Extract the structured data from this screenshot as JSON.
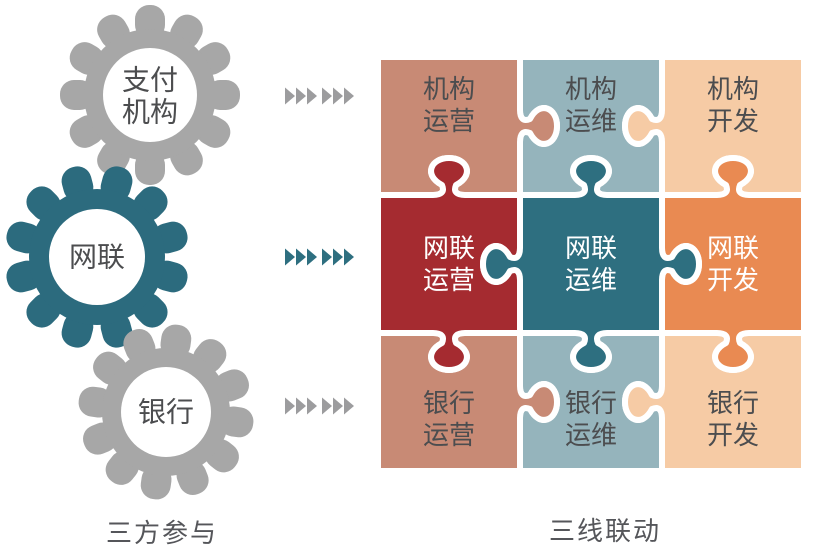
{
  "captions": {
    "left": "三方参与",
    "right": "三线联动"
  },
  "colors": {
    "gear_gray": "#a7a7a7",
    "gear_teal": "#2c6b7e",
    "arrow_gray": "#9c9c9e",
    "arrow_teal": "#2e6f80",
    "piece_salmon": "#c88a75",
    "piece_lightblue": "#95b4bc",
    "piece_peach": "#f6cba5",
    "piece_red": "#a52b30",
    "piece_teal": "#2e6f80",
    "piece_orange": "#e98a52",
    "label_dark": "#4c4d4f",
    "label_white": "#ffffff",
    "caption_text": "#55565a",
    "puzzle_seam": "#ffffff"
  },
  "gears": [
    {
      "id": "payment-institution",
      "line1": "支付",
      "line2": "机构",
      "color": "#a7a7a7",
      "text_color": "#4c4d4f"
    },
    {
      "id": "netsunion",
      "line1": "网联",
      "line2": "",
      "color": "#2c6b7e",
      "text_color": "#4c4d4f"
    },
    {
      "id": "bank",
      "line1": "银行",
      "line2": "",
      "color": "#a7a7a7",
      "text_color": "#4c4d4f"
    }
  ],
  "arrow_groups": [
    {
      "id": "arrows-top",
      "color": "#9c9c9e"
    },
    {
      "id": "arrows-middle",
      "color": "#2e6f80"
    },
    {
      "id": "arrows-bottom",
      "color": "#9c9c9e"
    }
  ],
  "puzzle": {
    "pieces": [
      {
        "id": "institution-operations",
        "line1": "机构",
        "line2": "运营",
        "color": "#c88a75",
        "text_color": "#4c4d4f",
        "edges": {
          "top": "flat",
          "right": "tab",
          "bottom": "socket",
          "left": "flat"
        }
      },
      {
        "id": "institution-maintenance",
        "line1": "机构",
        "line2": "运维",
        "color": "#95b4bc",
        "text_color": "#4c4d4f",
        "edges": {
          "top": "flat",
          "right": "socket",
          "bottom": "socket",
          "left": "socket"
        }
      },
      {
        "id": "institution-development",
        "line1": "机构",
        "line2": "开发",
        "color": "#f6cba5",
        "text_color": "#4c4d4f",
        "edges": {
          "top": "flat",
          "right": "flat",
          "bottom": "socket",
          "left": "tab"
        }
      },
      {
        "id": "netsunion-operations",
        "line1": "网联",
        "line2": "运营",
        "color": "#a52b30",
        "text_color": "#ffffff",
        "edges": {
          "top": "tab",
          "right": "socket",
          "bottom": "tab",
          "left": "flat"
        }
      },
      {
        "id": "netsunion-maintenance",
        "line1": "网联",
        "line2": "运维",
        "color": "#2e6f80",
        "text_color": "#ffffff",
        "edges": {
          "top": "tab",
          "right": "tab",
          "bottom": "tab",
          "left": "tab"
        }
      },
      {
        "id": "netsunion-development",
        "line1": "网联",
        "line2": "开发",
        "color": "#e98a52",
        "text_color": "#ffffff",
        "edges": {
          "top": "tab",
          "right": "flat",
          "bottom": "tab",
          "left": "socket"
        }
      },
      {
        "id": "bank-operations",
        "line1": "银行",
        "line2": "运营",
        "color": "#c88a75",
        "text_color": "#4c4d4f",
        "edges": {
          "top": "socket",
          "right": "tab",
          "bottom": "flat",
          "left": "flat"
        }
      },
      {
        "id": "bank-maintenance",
        "line1": "银行",
        "line2": "运维",
        "color": "#95b4bc",
        "text_color": "#4c4d4f",
        "edges": {
          "top": "socket",
          "right": "socket",
          "bottom": "flat",
          "left": "socket"
        }
      },
      {
        "id": "bank-development",
        "line1": "银行",
        "line2": "开发",
        "color": "#f6cba5",
        "text_color": "#4c4d4f",
        "edges": {
          "top": "socket",
          "right": "flat",
          "bottom": "flat",
          "left": "tab"
        }
      }
    ]
  }
}
